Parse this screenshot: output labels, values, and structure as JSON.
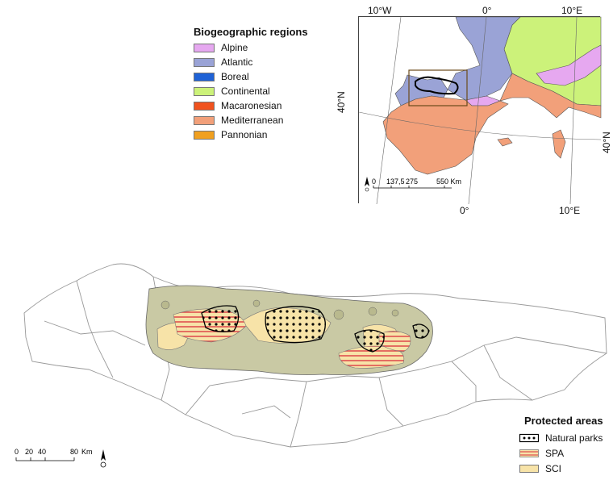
{
  "bio_legend": {
    "title": "Biogeographic regions",
    "items": [
      {
        "label": "Alpine",
        "color": "#e6a8f0"
      },
      {
        "label": "Atlantic",
        "color": "#9aa3d6"
      },
      {
        "label": "Boreal",
        "color": "#1f62d6"
      },
      {
        "label": "Continental",
        "color": "#ccf27a"
      },
      {
        "label": "Macaronesian",
        "color": "#f0521e"
      },
      {
        "label": "Mediterranean",
        "color": "#f2a07a"
      },
      {
        "label": "Pannonian",
        "color": "#f0a020"
      }
    ]
  },
  "inset": {
    "lon_top_left": "10°W",
    "lon_top_mid": "0°",
    "lon_top_right": "10°E",
    "lon_bottom_mid": "0°",
    "lon_bottom_right": "10°E",
    "lat_left": "40°N",
    "lat_right": "40°N",
    "scale_ticks": [
      "0",
      "137,5",
      "275",
      "550 Km"
    ]
  },
  "protected_legend": {
    "title": "Protected areas",
    "items": [
      {
        "label": "Natural parks",
        "pattern": "dots"
      },
      {
        "label": "SPA",
        "pattern": "stripes",
        "color": "#e05050"
      },
      {
        "label": "SCI",
        "color": "#f7e3a8"
      }
    ]
  },
  "scalebar": {
    "ticks": [
      "0",
      "20",
      "40",
      "80"
    ],
    "unit": "Km"
  }
}
